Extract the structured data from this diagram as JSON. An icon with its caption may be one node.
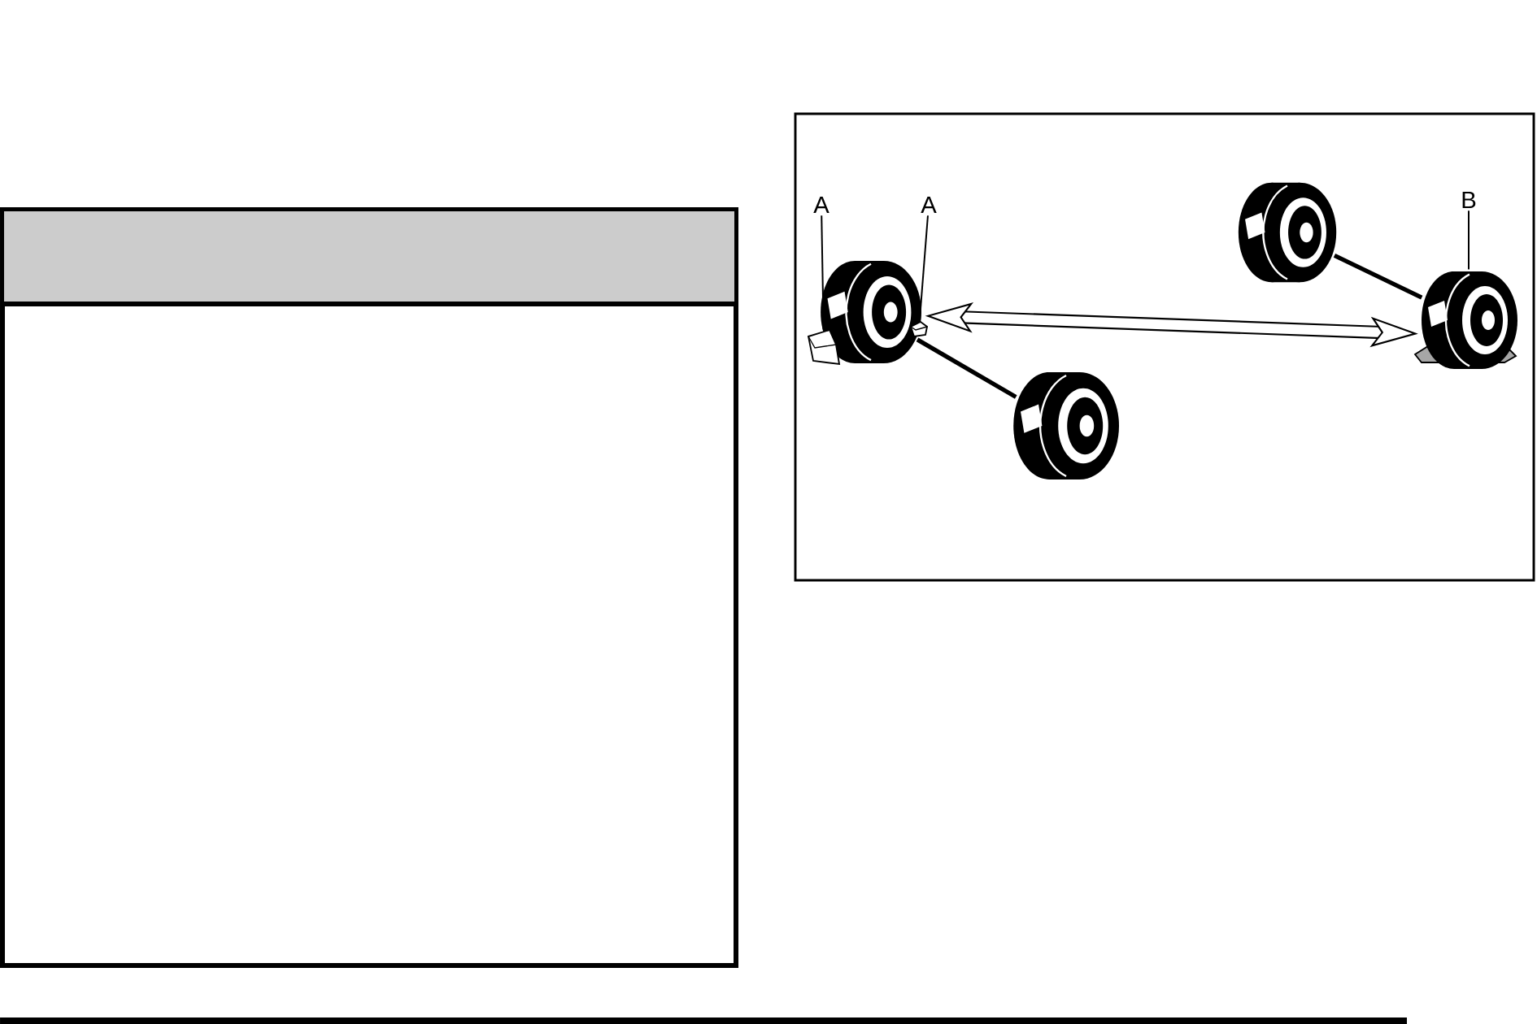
{
  "diagram": {
    "nodes": [
      {
        "text": [
          "A"
        ]
      },
      {
        "text": [
          "A"
        ]
      },
      {
        "text": [
          "B"
        ]
      },
      {
        "text": [],
        "shape": "box"
      },
      {
        "text": [],
        "shape": "box"
      },
      {
        "text": [],
        "shape": "box"
      },
      {
        "text": [],
        "shape": "picture"
      },
      {
        "text": [],
        "shape": "picture"
      },
      {
        "text": [],
        "shape": "picture"
      },
      {
        "text": [],
        "shape": "picture"
      }
    ],
    "edges": [
      {
        "from": 0,
        "to": 3,
        "arrow": "none"
      },
      {
        "from": 1,
        "to": 4,
        "arrow": "none"
      },
      {
        "from": 2,
        "to": 9,
        "arrow": "none"
      },
      {
        "from": 6,
        "to": 7,
        "arrow": "none",
        "style": "thick"
      },
      {
        "from": 8,
        "to": 9,
        "arrow": "none",
        "style": "thick"
      },
      {
        "from": 6,
        "to": 9,
        "arrow": "both",
        "style": "thick"
      }
    ]
  }
}
